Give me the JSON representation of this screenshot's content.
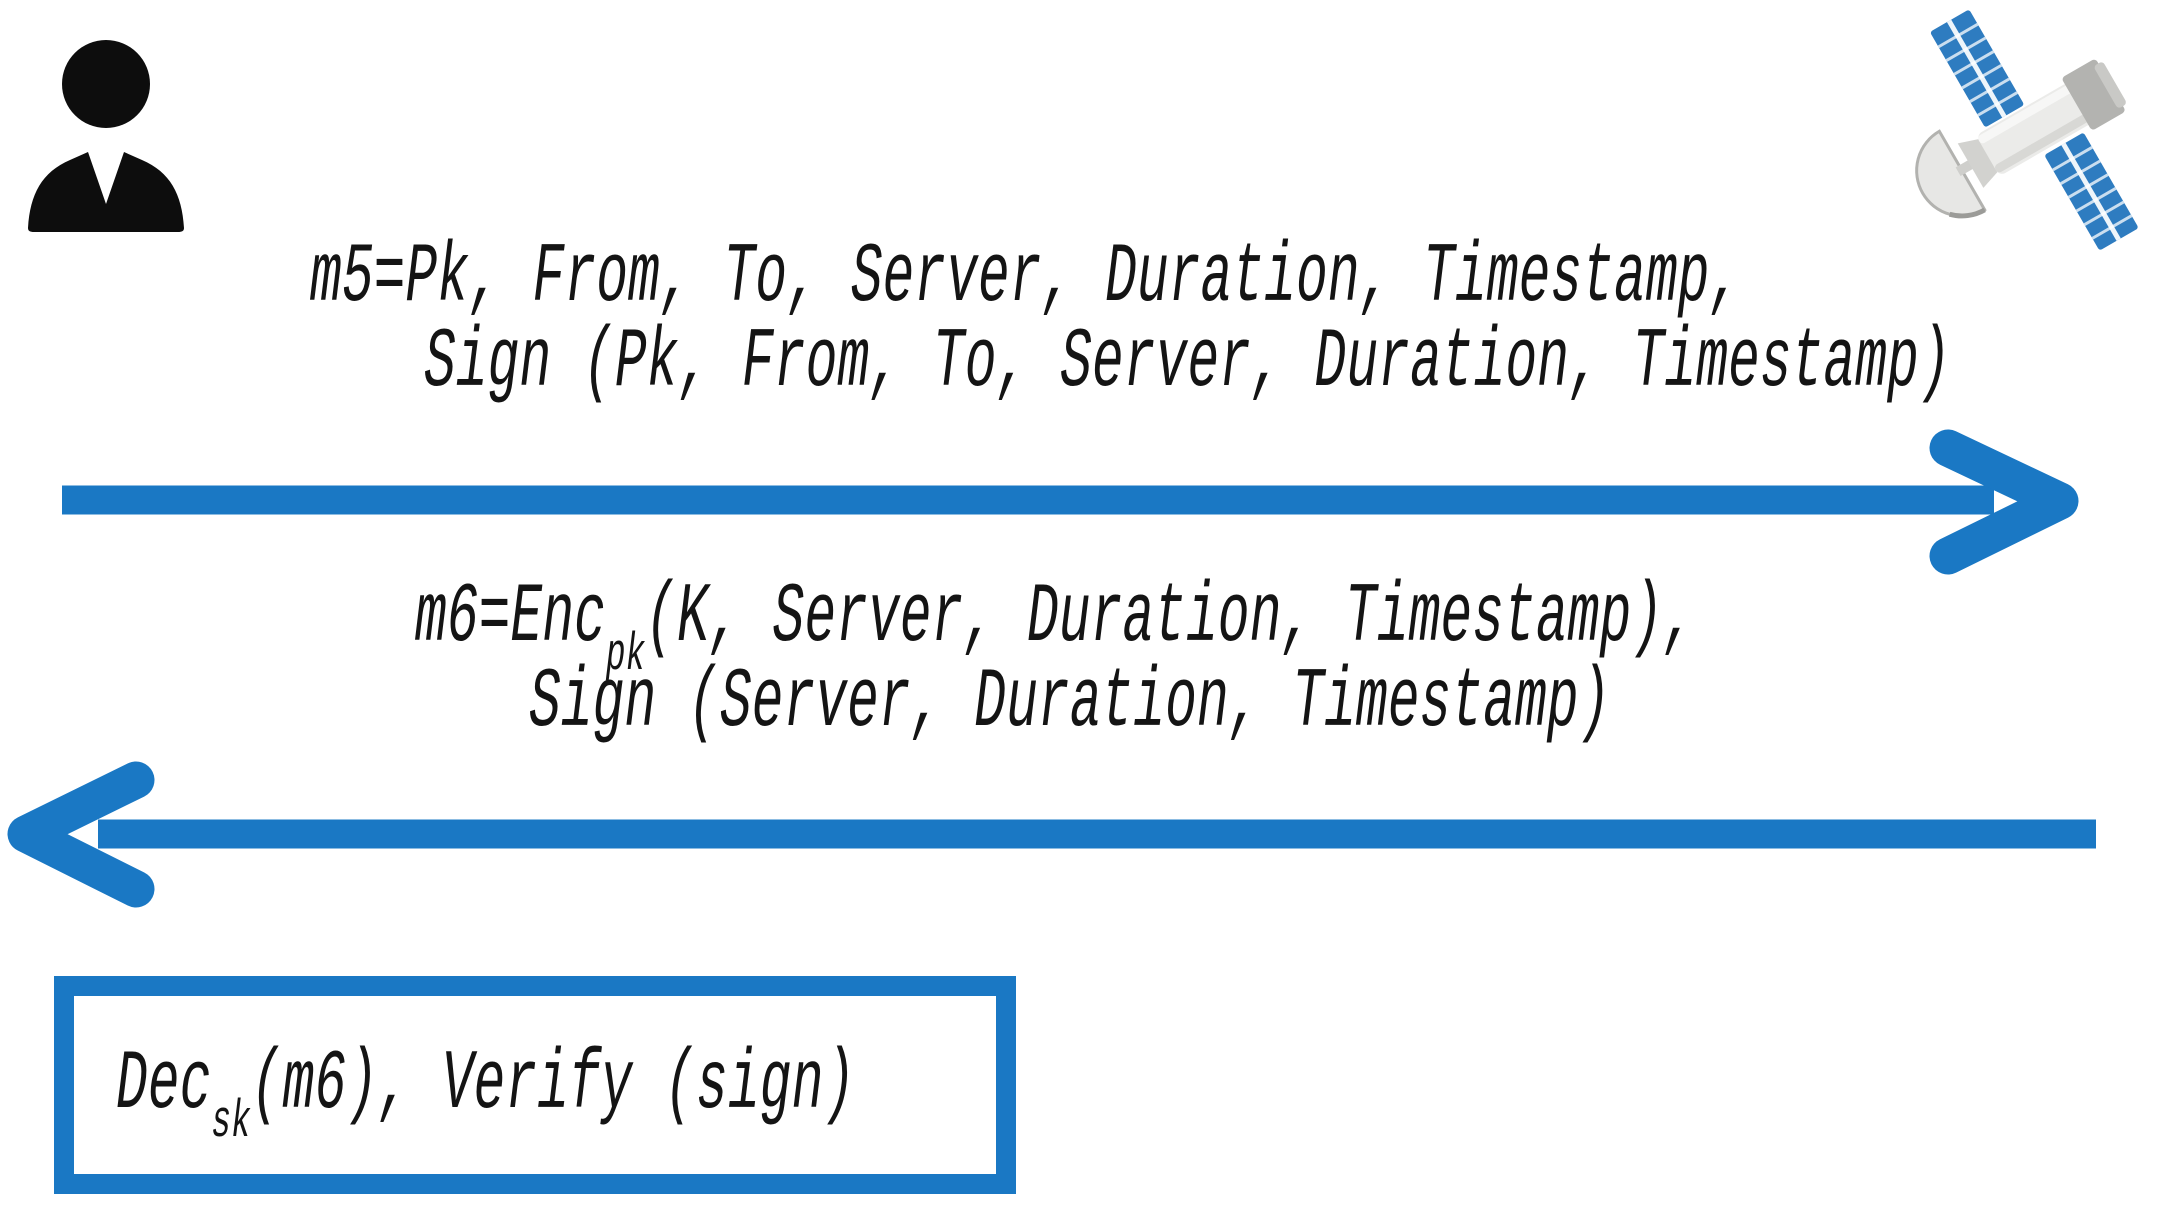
{
  "diagram_type": "protocol-sequence",
  "colors": {
    "accent_blue": "#1a78c4",
    "text": "#141414",
    "panel_blue": "#2e7cc0",
    "satellite_body_gray": "#ebebe9",
    "satellite_cap_gray": "#b3b3b0",
    "person_black": "#0d0d0d"
  },
  "actors": {
    "user": {
      "icon": "person-icon",
      "position": "top-left"
    },
    "satellite": {
      "icon": "satellite-icon",
      "position": "top-right"
    }
  },
  "messages": {
    "m5": {
      "direction": "right",
      "line1": "m5=Pk, From, To, Server, Duration, Timestamp,",
      "line2": "Sign (Pk, From, To, Server, Duration, Timestamp)"
    },
    "m6": {
      "direction": "left",
      "line1_prefix": "m6=Enc",
      "line1_sub": "pk",
      "line1_suffix": "(K, Server, Duration, Timestamp),",
      "line2": "Sign (Server, Duration, Timestamp)"
    }
  },
  "operation": {
    "prefix": "Dec",
    "sub": "sk",
    "suffix": "(m6), Verify (sign)"
  }
}
